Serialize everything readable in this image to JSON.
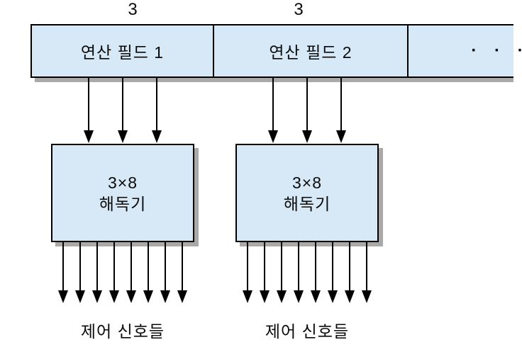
{
  "colors": {
    "box_fill": "#d7e9f7",
    "line": "#000000",
    "shadow": "#a9a9a9",
    "background": "#ffffff"
  },
  "bus_width_labels": [
    {
      "text": "3"
    },
    {
      "text": "3"
    }
  ],
  "instruction_bar": {
    "cells": [
      {
        "label": "연산 필드 1"
      },
      {
        "label": "연산 필드 2"
      },
      {
        "label": "· · ·"
      }
    ]
  },
  "decoders": [
    {
      "size_label": "3×8",
      "name_label": "해독기",
      "input_count": 3,
      "output_count": 8,
      "output_caption": "제어 신호들"
    },
    {
      "size_label": "3×8",
      "name_label": "해독기",
      "input_count": 3,
      "output_count": 8,
      "output_caption": "제어 신호들"
    }
  ]
}
